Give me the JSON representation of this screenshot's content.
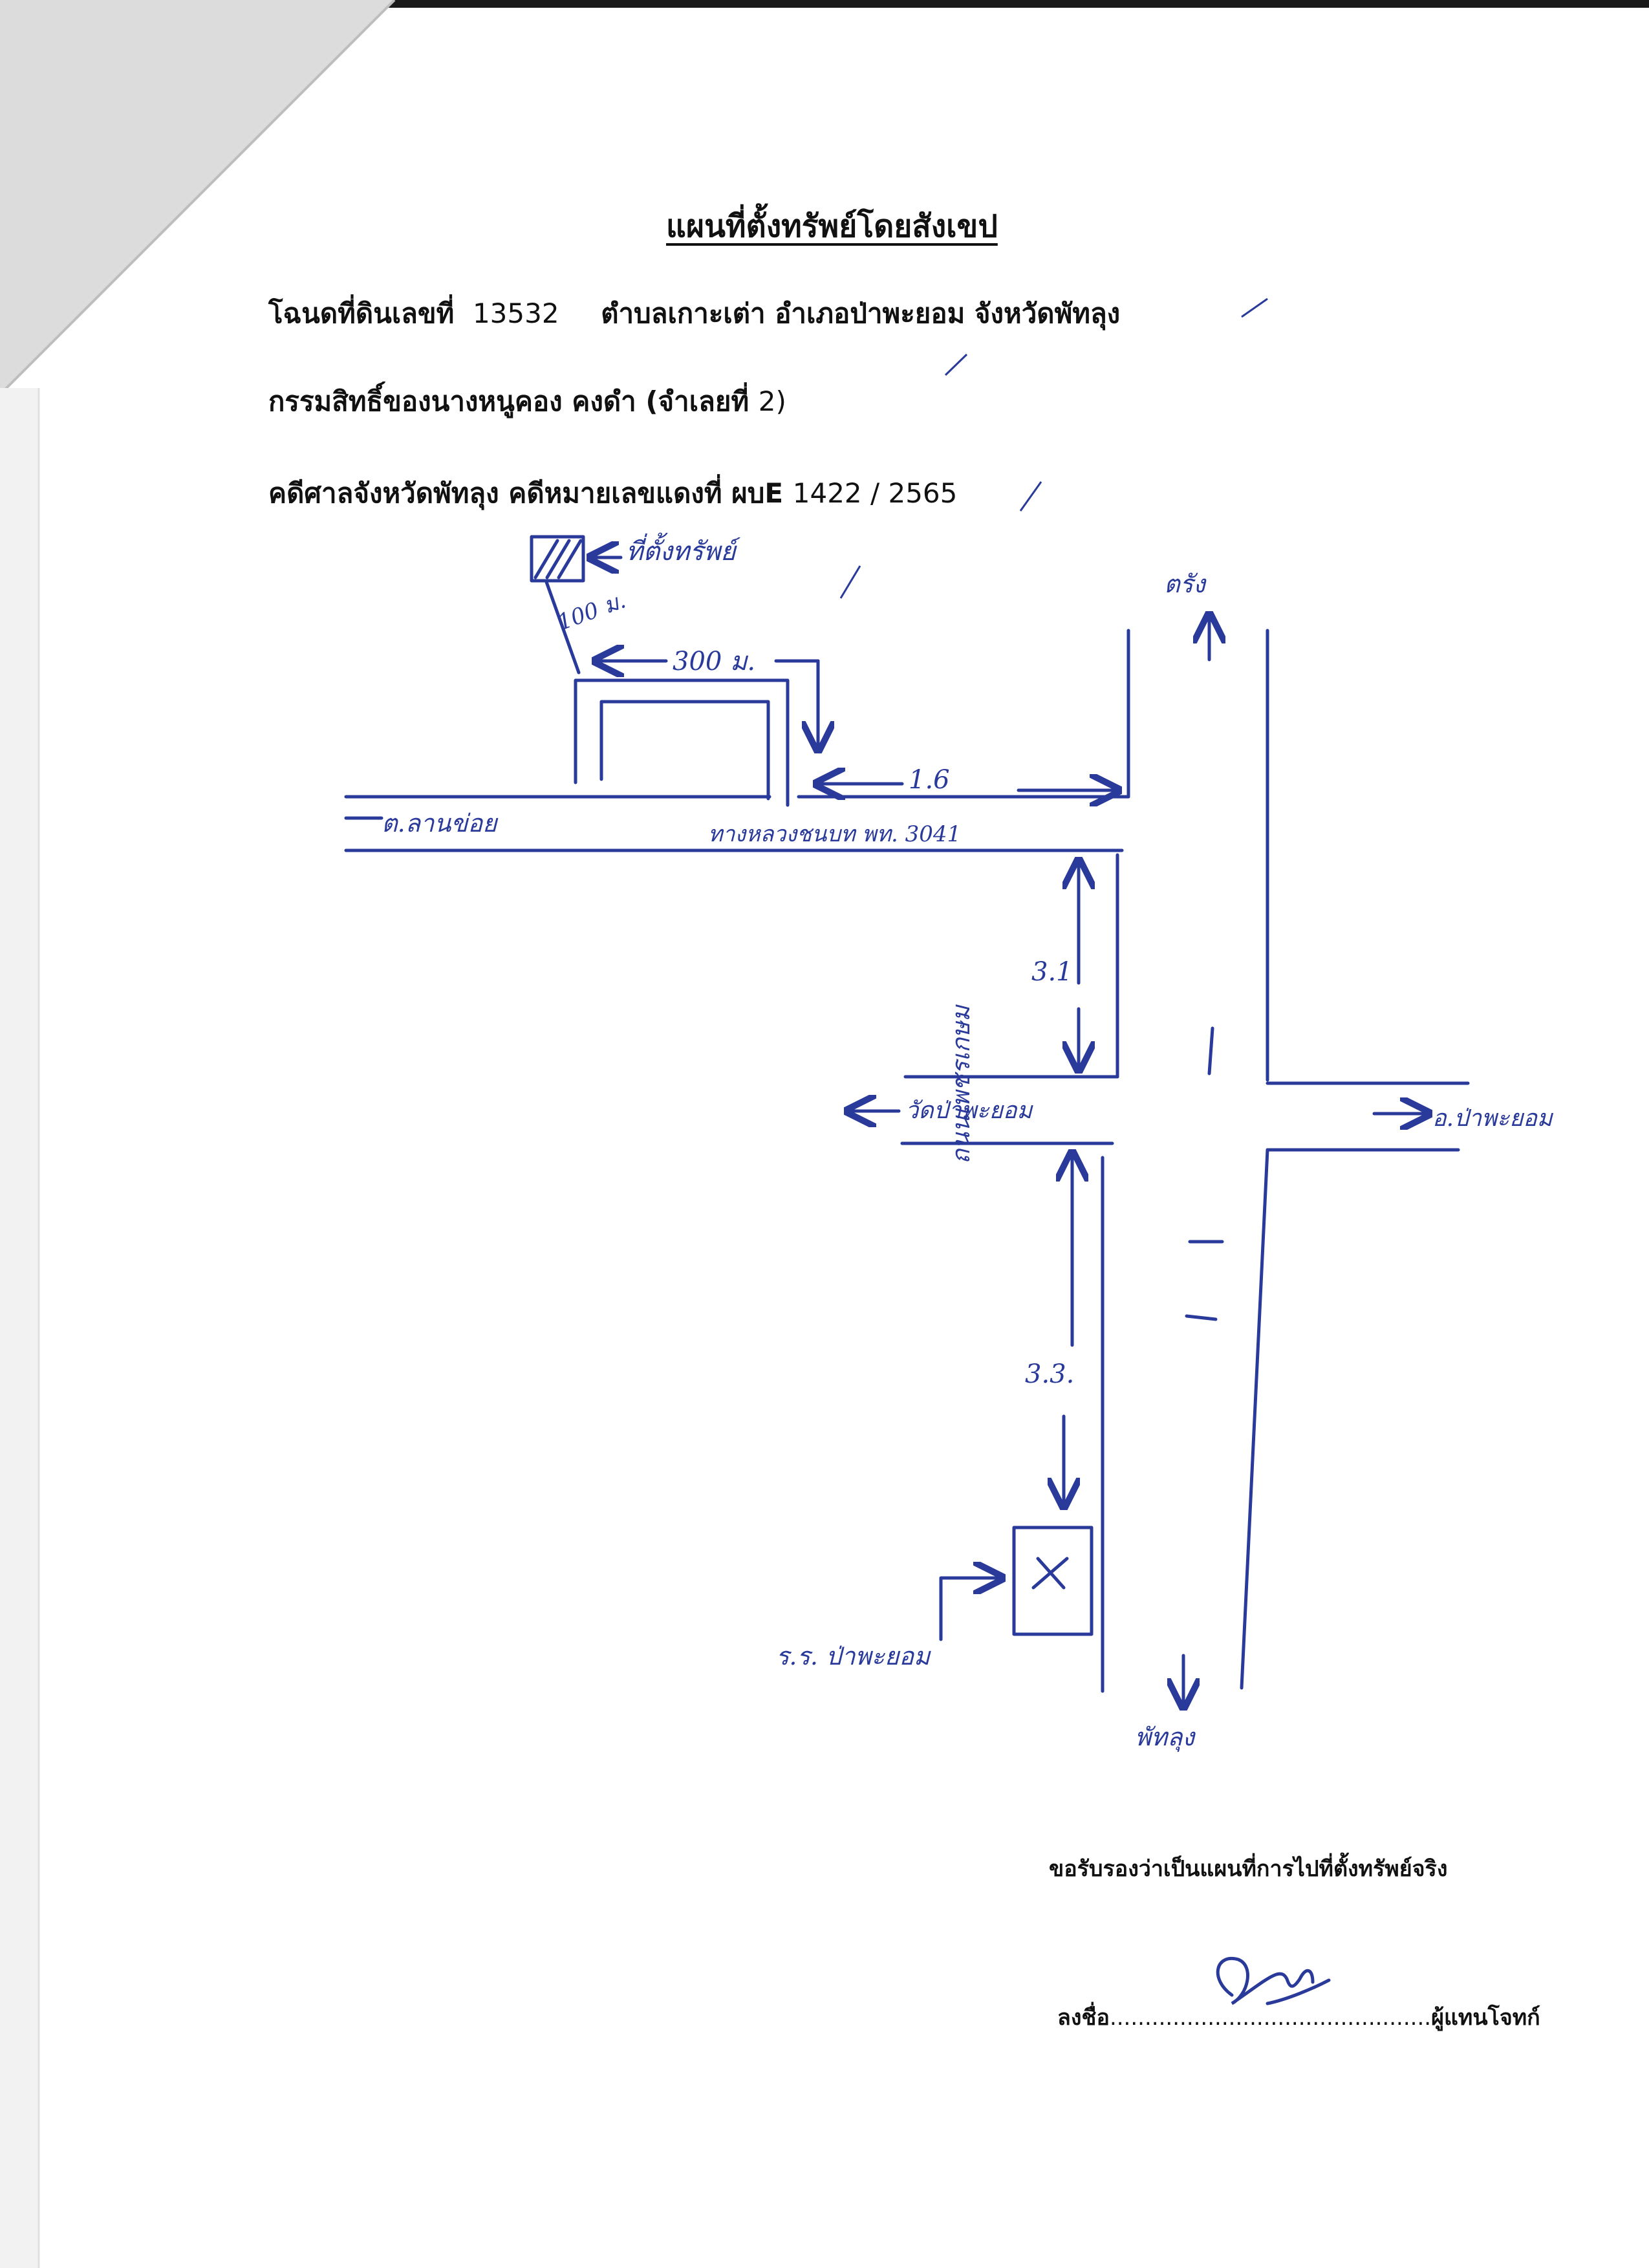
{
  "header": {
    "title": "แผนที่ตั้งทรัพย์โดยสังเขป"
  },
  "details": {
    "deed_label": "โฉนดที่ดินเลขที่",
    "deed_number": "13532",
    "location": "ตำบลเกาะเต่า  อำเภอป่าพะยอม  จังหวัดพัทลุง",
    "owner": "กรรมสิทธิ์ของนางหนูคอง  คงดำ  (จำเลยที่",
    "owner_num": "2)",
    "case_label": "คดีศาลจังหวัดพัทลุง คดีหมายเลขแดงที่ ผบE",
    "case_number": "1422 / 2565"
  },
  "map": {
    "distance_top": "300 ม.",
    "distance_side": "100 ม.",
    "distance_a": "1.6",
    "distance_b": "3.1",
    "distance_c": "3.3.",
    "marker_property": "ที่ตั้งทรัพย์",
    "road_left": "ต.ลานข่อย",
    "road_main": "ทางหลวงชนบท พท. 3041",
    "road_wat": "วัดป่าพะยอม",
    "road_right": "อ.ป่าพะยอม",
    "road_north": "ตรัง",
    "road_south": "พัทลุง",
    "road_vertical": "ถนนเพชรเกษม",
    "marker_school": "ร.ร. ป่าพะยอม",
    "colors": {
      "ink": "#2a3a9a",
      "text": "#111111"
    }
  },
  "footer": {
    "certify": "ขอรับรองว่าเป็นแผนที่การไปที่ตั้งทรัพย์จริง",
    "sign_label": "ลงชื่อ",
    "sign_dots": "..............................................",
    "sign_role": "ผู้แทนโจทก์"
  }
}
